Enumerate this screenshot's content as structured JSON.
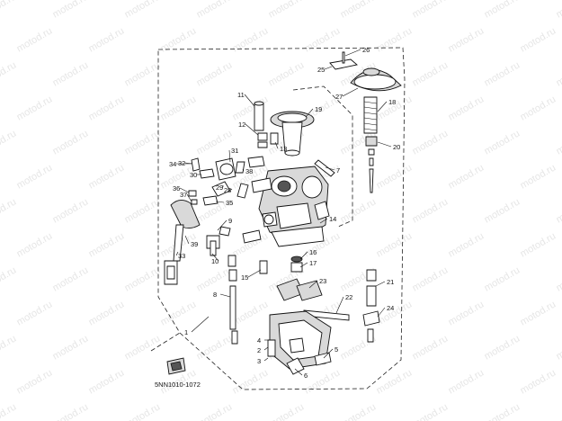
{
  "watermark": {
    "text": "motod.ru"
  },
  "diagram": {
    "code": "5NN1010-1072",
    "callouts": [
      "1",
      "2",
      "3",
      "4",
      "5",
      "6",
      "7",
      "8",
      "9",
      "10",
      "11",
      "12",
      "13",
      "14",
      "15",
      "16",
      "17",
      "18",
      "19",
      "20",
      "21",
      "22",
      "23",
      "24",
      "25",
      "26",
      "27",
      "28",
      "29",
      "30",
      "31",
      "32",
      "33",
      "34",
      "35",
      "36",
      "37",
      "38",
      "39"
    ]
  },
  "colors": {
    "line": "#111111",
    "watermark": "#e6e6e6",
    "background": "#ffffff"
  }
}
